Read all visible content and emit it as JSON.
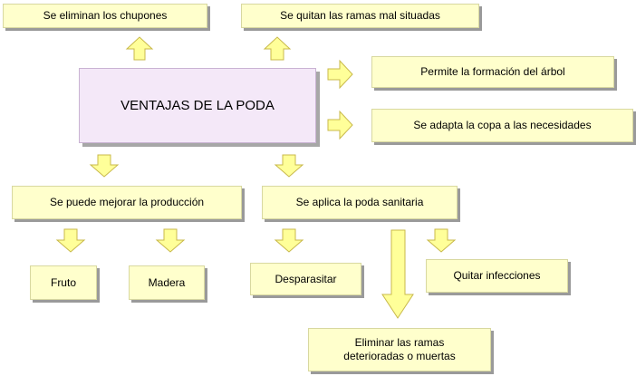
{
  "title": "VENTAJAS DE LA PODA",
  "nodes": {
    "chupones": "Se eliminan los chupones",
    "ramas_mal": "Se quitan las ramas mal situadas",
    "formacion": "Permite la formación del árbol",
    "copa": "Se adapta la copa a las necesidades",
    "produccion": "Se puede mejorar la producción",
    "sanitaria": "Se aplica la poda sanitaria",
    "fruto": "Fruto",
    "madera": "Madera",
    "desparasitar": "Desparasitar",
    "infecciones": "Quitar infecciones",
    "eliminar_line1": "Eliminar las ramas",
    "eliminar_line2": "deterioradas o muertas"
  },
  "colors": {
    "box_fill": "#ffffcc",
    "main_fill": "#f4e8f8",
    "arrow_fill": "#ffff99",
    "arrow_stroke": "#c8b84a",
    "shadow": "#9a9a9a"
  }
}
